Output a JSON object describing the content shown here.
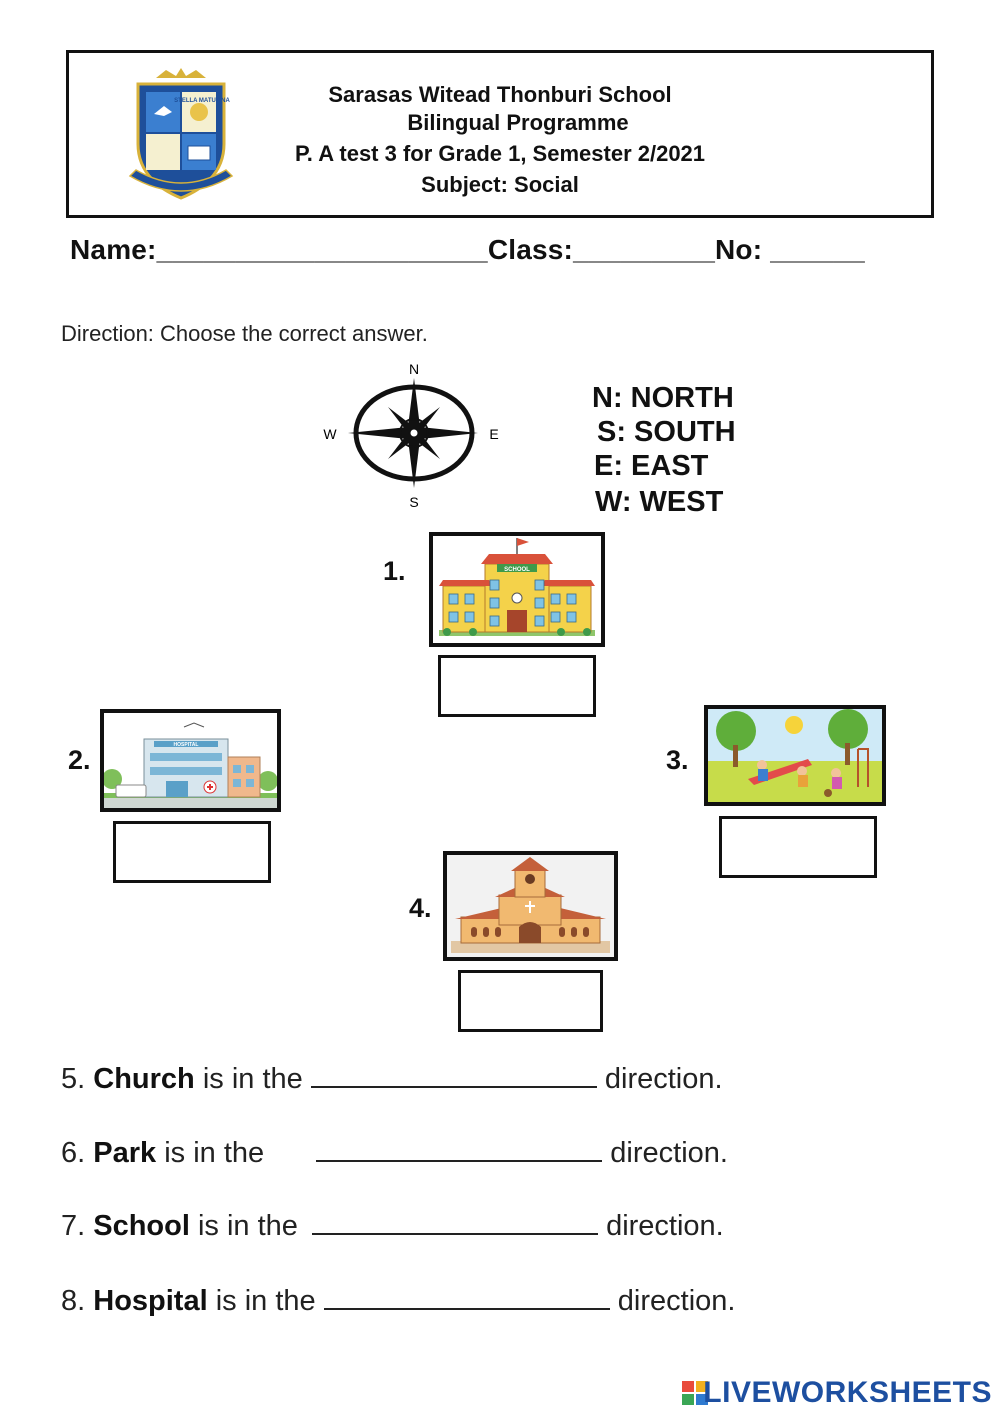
{
  "header": {
    "school": "Sarasas Witead Thonburi School",
    "programme": "Bilingual Programme",
    "test": "P. A test 3 for Grade 1, Semester 2/2021",
    "subject": "Subject: Social",
    "logo_text": "STELLA MATUTINA"
  },
  "student_line": {
    "name_label": "Name:",
    "name_blank": "_____________________",
    "class_label": "Class:",
    "class_blank": "_________",
    "no_label": "No:",
    "no_blank": "______"
  },
  "direction": "Direction: Choose the correct answer.",
  "compass": {
    "n": "N",
    "s": "S",
    "e": "E",
    "w": "W"
  },
  "legend": [
    "N: NORTH",
    "S: SOUTH",
    "E: EAST",
    "W: WEST"
  ],
  "pictures": [
    {
      "number": "1.",
      "subject": "school",
      "sign": "SCHOOL"
    },
    {
      "number": "2.",
      "subject": "hospital",
      "sign": "HOSPITAL"
    },
    {
      "number": "3.",
      "subject": "park"
    },
    {
      "number": "4.",
      "subject": "church"
    }
  ],
  "questions": [
    {
      "num": "5.",
      "place": "Church",
      "mid": "is in the",
      "end": "direction."
    },
    {
      "num": "6.",
      "place": "Park",
      "mid": "is in the",
      "end": "direction."
    },
    {
      "num": "7.",
      "place": "School",
      "mid": "is in the",
      "end": "direction."
    },
    {
      "num": "8.",
      "place": "Hospital",
      "mid": "is in the",
      "end": "direction."
    }
  ],
  "footer": {
    "brand": "LIVEWORKSHEETS"
  },
  "colors": {
    "ink": "#111111",
    "brand_blue": "#1d4fa0",
    "logo_blue": "#1e4f9a",
    "logo_gold": "#d8b23a"
  }
}
